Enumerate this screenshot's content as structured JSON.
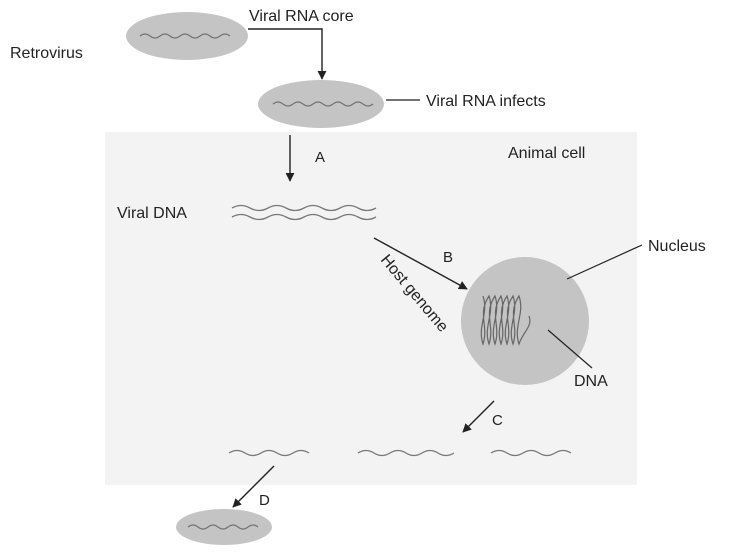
{
  "labels": {
    "retrovirus": "Retrovirus",
    "viral_rna_core": "Viral RNA core",
    "viral_rna_infects": "Viral RNA infects",
    "animal_cell": "Animal cell",
    "viral_dna": "Viral DNA",
    "host_genome": "Host genome",
    "nucleus": "Nucleus",
    "dna": "DNA",
    "step_a": "A",
    "step_b": "B",
    "step_c": "C",
    "step_d": "D"
  },
  "colors": {
    "cell_background": "#f3f3f3",
    "virus_fill": "#c4c4c4",
    "nucleus_fill": "#c4c4c4",
    "strand": "#777777",
    "arrow": "#222222",
    "text": "#222222"
  }
}
